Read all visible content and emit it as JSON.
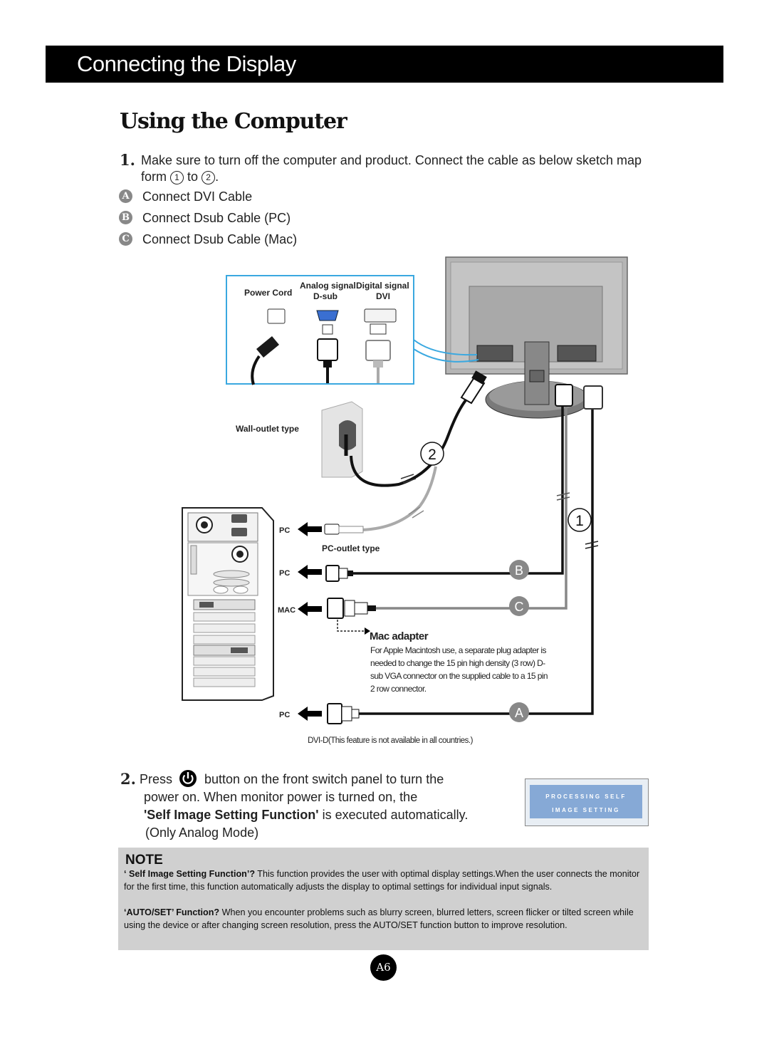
{
  "header": {
    "title": "Connecting the Display"
  },
  "section_title": "Using the Computer",
  "step1": {
    "number": "1.",
    "line1": "Make sure to turn off the computer and  product. Connect the cable as below sketch map",
    "line2_prefix": "form",
    "circle_from": "1",
    "line2_mid": "to",
    "circle_to": "2",
    "line2_end": "."
  },
  "options": [
    {
      "letter": "A",
      "label": "Connect DVI Cable"
    },
    {
      "letter": "B",
      "label": "Connect Dsub Cable (PC)"
    },
    {
      "letter": "C",
      "label": "Connect Dsub Cable (Mac)"
    }
  ],
  "diagram": {
    "power_cord": "Power Cord",
    "analog_signal": "Analog signal",
    "dsub": "D-sub",
    "digital_signal": "Digital signal",
    "dvi": "DVI",
    "wall_outlet": "Wall-outlet type",
    "pc_outlet": "PC-outlet type",
    "pc_label": "PC",
    "mac_label": "MAC",
    "num_1": "1",
    "num_2": "2",
    "letter_a": "A",
    "letter_b": "B",
    "letter_c": "C",
    "mac_adapter_title": "Mac adapter",
    "mac_adapter_text": [
      "For Apple Macintosh use, a  separate plug adapter is",
      "needed to change the 15 pin high density (3 row) D-",
      "sub VGA connector on the supplied cable to a 15 pin",
      "2 row connector."
    ],
    "dvi_note": "DVI-D(This feature is not available in all countries.)"
  },
  "step2": {
    "number": "2.",
    "press": "Press",
    "line1_rest": "button on the front switch panel to turn the",
    "line2": "power on. When monitor power is turned on, the",
    "bold": "'Self Image Setting Function'",
    "line3_rest": " is executed automatically.",
    "line4": "(Only Analog Mode)"
  },
  "self_image_box": {
    "line1": "PROCESSING SELF",
    "line2": "IMAGE SETTING"
  },
  "note": {
    "title": "NOTE",
    "p1_bold": "‘ Self Image Setting Function’?",
    "p1_text": " This function provides the user with optimal display settings.When the user connects the monitor for the first time, this function automatically adjusts the display to optimal settings for individual input signals.",
    "p2_bold": "‘AUTO/SET’ Function?",
    "p2_text": " When you encounter problems such as blurry screen, blurred letters, screen flicker or tilted screen while using the device or after changing screen resolution, press the AUTO/SET function button to improve resolution."
  },
  "page_number": "A6"
}
